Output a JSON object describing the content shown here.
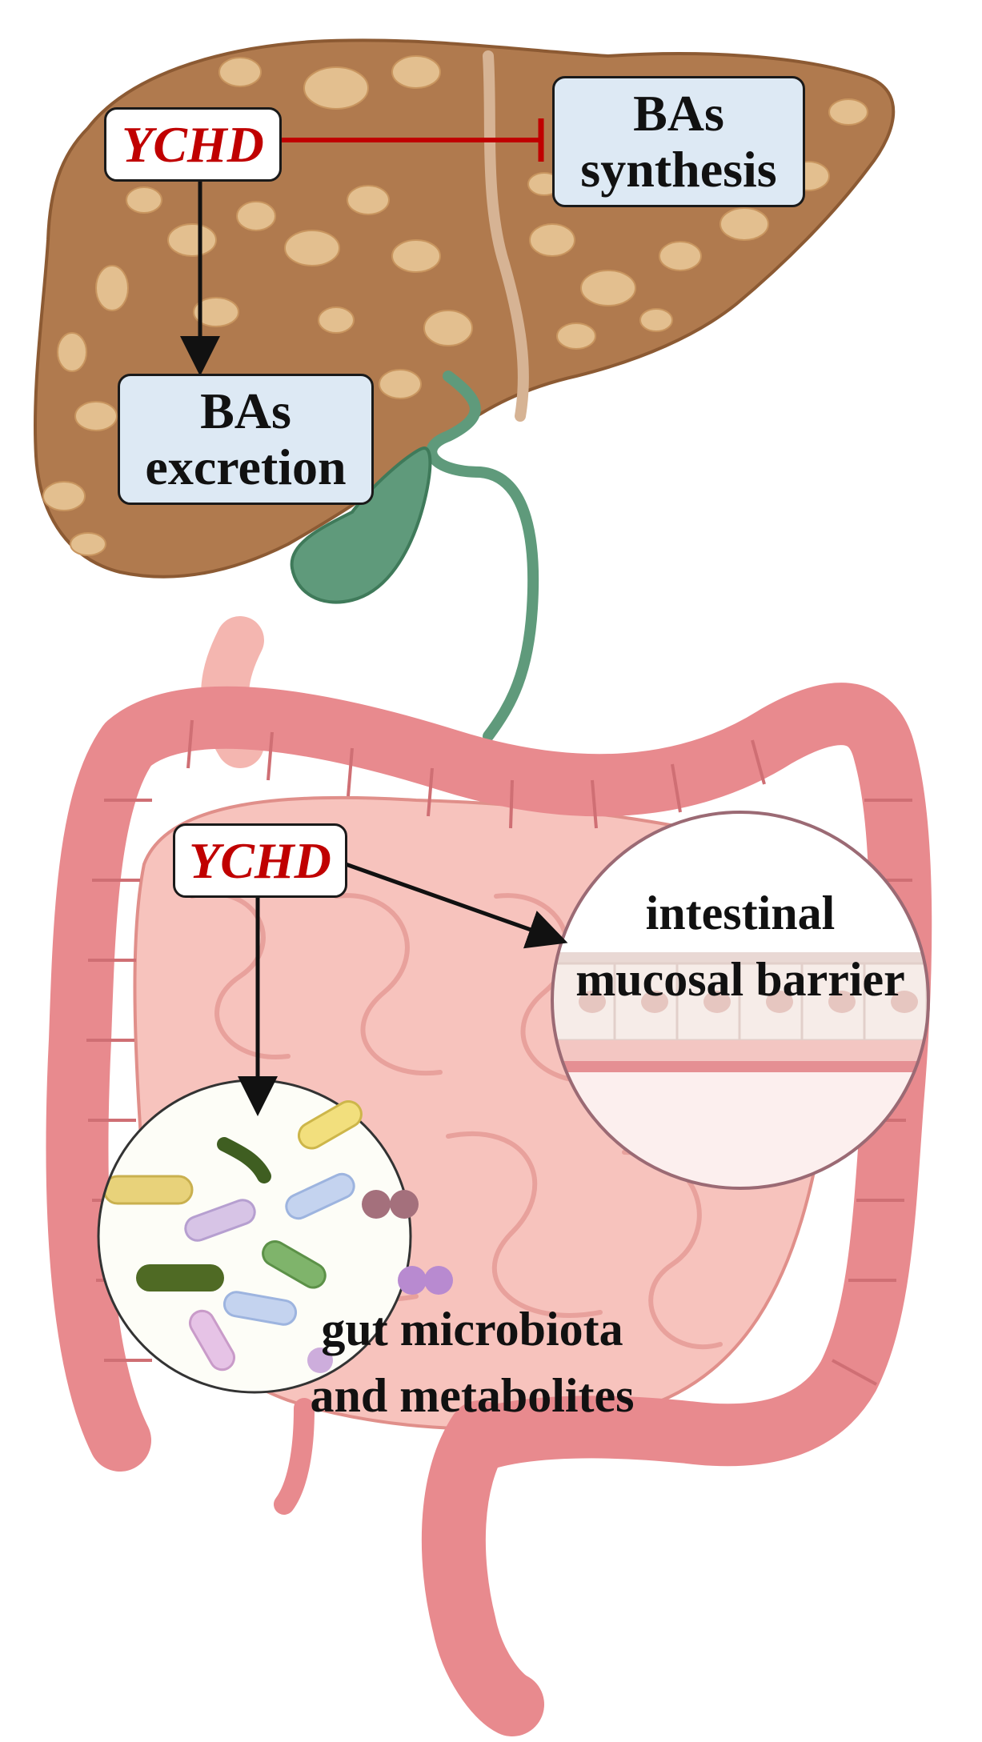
{
  "liver": {
    "drug_label": "YCHD",
    "synthesis_box": {
      "line1": "BAs",
      "line2": "synthesis"
    },
    "excretion_box": {
      "line1": "BAs",
      "line2": "excretion"
    }
  },
  "intestine": {
    "drug_label": "YCHD",
    "barrier_label": {
      "line1": "intestinal",
      "line2": "mucosal barrier"
    },
    "microbiota_label": {
      "line1": "gut microbiota",
      "line2": "and metabolites"
    }
  },
  "colors": {
    "drug_text": "#c00000",
    "inhibition_line": "#c00000",
    "ba_box_fill": "#dde9f4",
    "liver": "#b07a4e",
    "gallbladder": "#5f9a7b",
    "intestine": "#e88a8e"
  }
}
